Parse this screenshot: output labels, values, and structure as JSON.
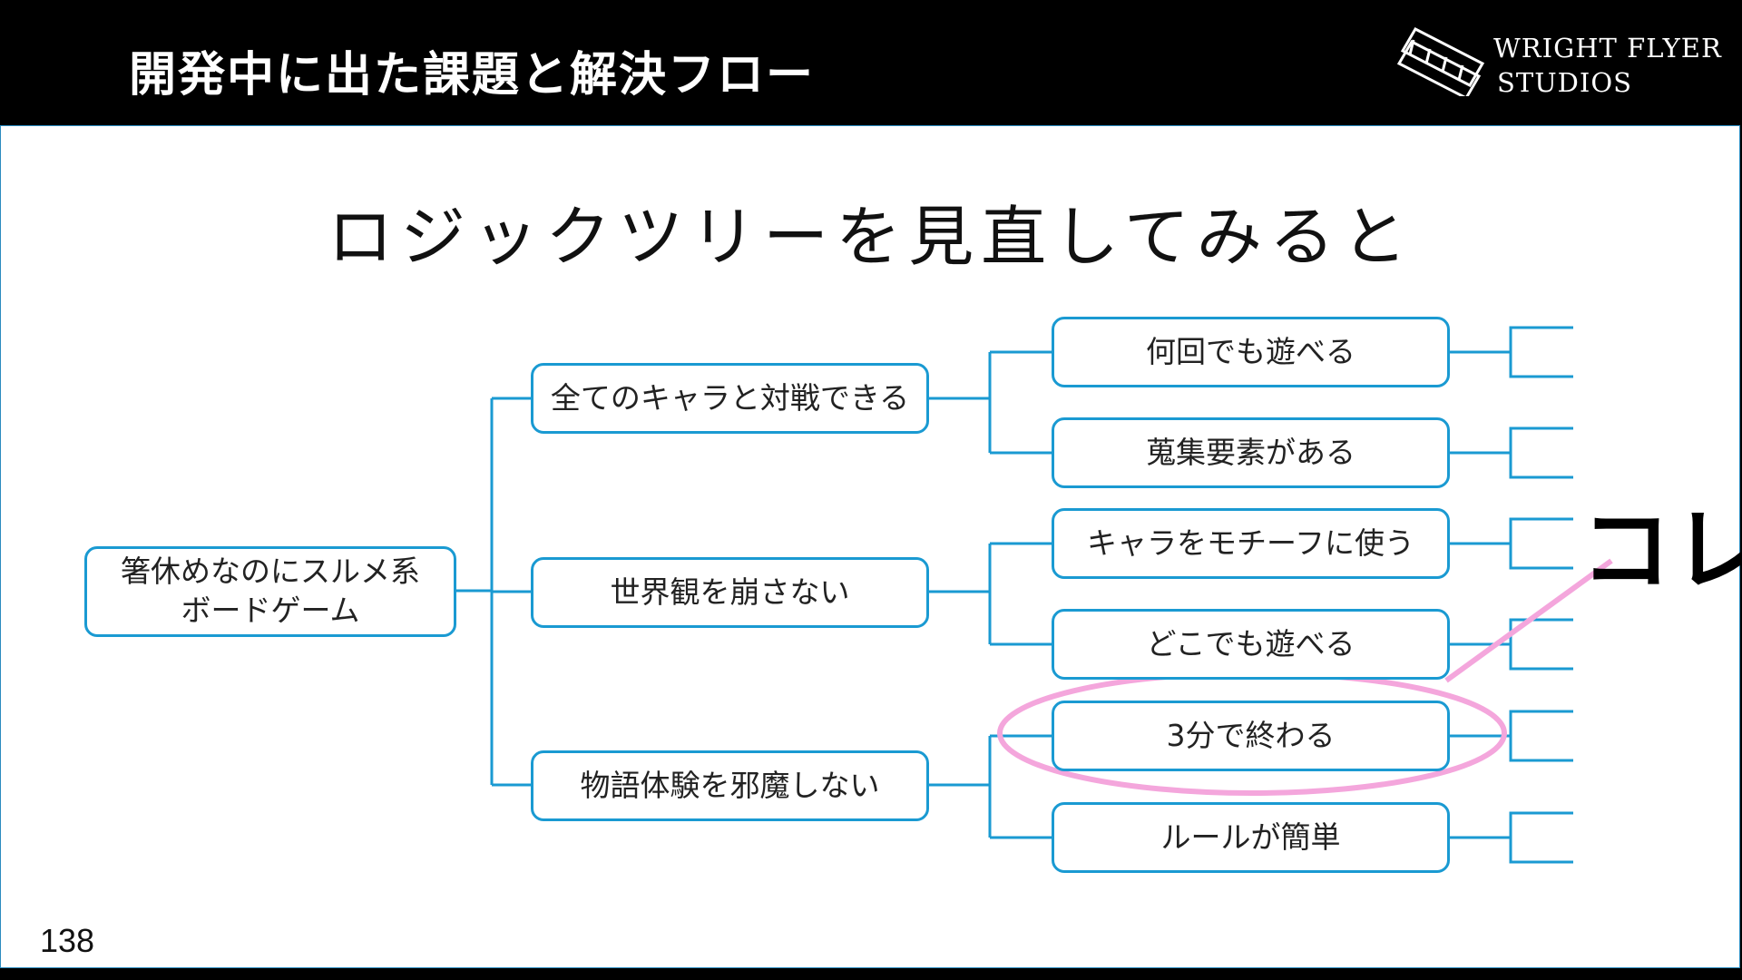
{
  "header": {
    "title": "開発中に出た課題と解決フロー",
    "logo_line1": "WRIGHT FLYER",
    "logo_line2": "STUDIOS"
  },
  "slide": {
    "heading": "ロジックツリーを見直してみると",
    "page_number": "138",
    "callout": "コレ"
  },
  "tree": {
    "root": "箸休めなのにスルメ系\nボードゲーム",
    "branches": [
      {
        "label": "全てのキャラと対戦できる",
        "children": [
          "何回でも遊べる",
          "蒐集要素がある"
        ]
      },
      {
        "label": "世界観を崩さない",
        "children": [
          "キャラをモチーフに使う",
          "どこでも遊べる"
        ]
      },
      {
        "label": "物語体験を邪魔しない",
        "children": [
          "3分で終わる",
          "ルールが簡単"
        ]
      }
    ]
  },
  "colors": {
    "line": "#1a9ad2",
    "highlight": "#f4a6dc",
    "header_bg": "#000000"
  }
}
